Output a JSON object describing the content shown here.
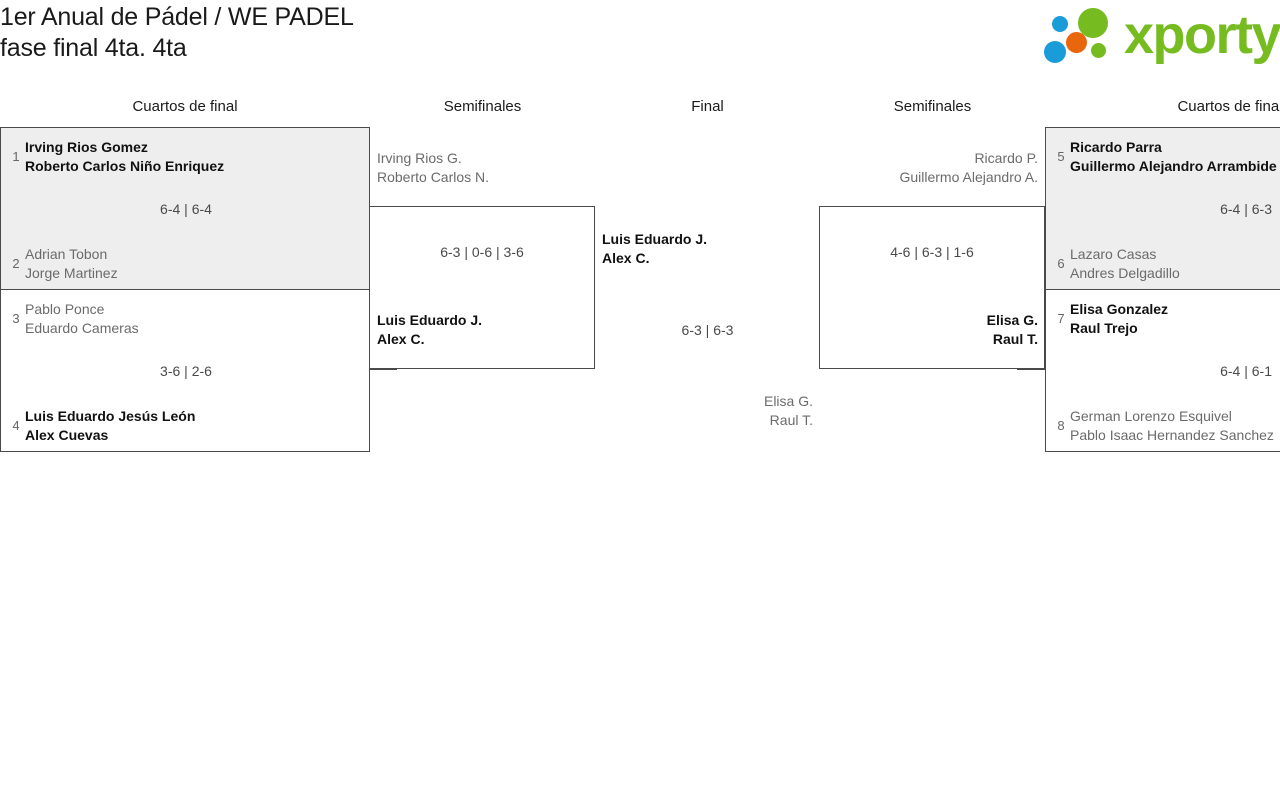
{
  "header": {
    "title": "1er Anual de Pádel / WE PADEL\nfase final 4ta. 4ta",
    "logo_word": "xporty",
    "logo_colors": {
      "green": "#76bc21",
      "blue": "#1a9cd8",
      "orange": "#e8660c"
    }
  },
  "rounds": {
    "qf_left": "Cuartos de final",
    "sf_left": "Semifinales",
    "final": "Final",
    "sf_right": "Semifinales",
    "qf_right": "Cuartos de final"
  },
  "matches": {
    "qf_l1": {
      "shaded": true,
      "top": {
        "seed": "1",
        "line1": "Irving Rios Gomez",
        "line2": "Roberto Carlos Niño Enriquez",
        "winner": true
      },
      "bottom": {
        "seed": "2",
        "line1": "Adrian Tobon",
        "line2": "Jorge Martinez",
        "winner": false
      },
      "score": "6-4 | 6-4"
    },
    "qf_l2": {
      "shaded": false,
      "top": {
        "seed": "3",
        "line1": "Pablo Ponce",
        "line2": "Eduardo Cameras",
        "winner": false
      },
      "bottom": {
        "seed": "4",
        "line1": "Luis Eduardo Jesús León",
        "line2": "Alex Cuevas",
        "winner": true
      },
      "score": "3-6 | 2-6"
    },
    "qf_r1": {
      "shaded": true,
      "top": {
        "seed": "5",
        "line1": "Ricardo Parra",
        "line2": "Guillermo Alejandro Arrambide",
        "winner": true
      },
      "bottom": {
        "seed": "6",
        "line1": "Lazaro Casas",
        "line2": "Andres Delgadillo",
        "winner": false
      },
      "score": "6-4 | 6-3"
    },
    "qf_r2": {
      "shaded": false,
      "top": {
        "seed": "7",
        "line1": "Elisa Gonzalez",
        "line2": "Raul Trejo",
        "winner": true
      },
      "bottom": {
        "seed": "8",
        "line1": "German Lorenzo Esquivel",
        "line2": "Pablo Isaac Hernandez Sanchez",
        "winner": false
      },
      "score": "6-4 | 6-1"
    },
    "sf_left": {
      "top": {
        "line1": "Irving Rios G.",
        "line2": "Roberto Carlos N.",
        "winner": false
      },
      "bottom": {
        "line1": "Luis Eduardo J.",
        "line2": "Alex C.",
        "winner": true
      },
      "score": "6-3 | 0-6 | 3-6"
    },
    "sf_right": {
      "top": {
        "line1": "Ricardo P.",
        "line2": "Guillermo Alejandro A.",
        "winner": false
      },
      "bottom": {
        "line1": "Elisa G.",
        "line2": "Raul T.",
        "winner": true
      },
      "score": "4-6 | 6-3 | 1-6"
    },
    "final": {
      "left": {
        "line1": "Luis Eduardo J.",
        "line2": "Alex C.",
        "winner": true
      },
      "right": {
        "line1": "Elisa G.",
        "line2": "Raul T.",
        "winner": false
      },
      "score": "6-3 | 6-3"
    }
  }
}
